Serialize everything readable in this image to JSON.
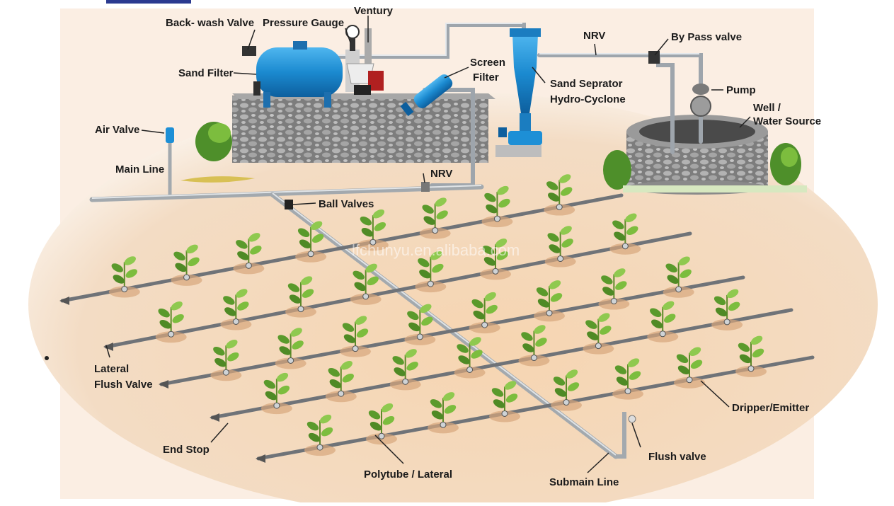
{
  "labels": {
    "backwash": "Back- wash Valve",
    "pressure": "Pressure Gauge",
    "venturi": "Ventury",
    "sand_filter": "Sand Filter",
    "screen_filter_1": "Screen",
    "screen_filter_2": "Filter",
    "separator_1": "Sand Seprator",
    "separator_2": "Hydro-Cyclone",
    "nrv_top": "NRV",
    "bypass": "By Pass valve",
    "pump": "Pump",
    "well_1": "Well /",
    "well_2": "Water Source",
    "air_valve": "Air Valve",
    "main_line": "Main Line",
    "nrv_main": "NRV",
    "ball_valves": "Ball Valves",
    "lateral_flush_1": "Lateral",
    "lateral_flush_2": "Flush Valve",
    "dripper": "Dripper/Emitter",
    "end_stop": "End Stop",
    "flush_valve": "Flush valve",
    "polytube": "Polytube / Lateral",
    "submain": "Submain Line"
  },
  "watermark": "lfchunyu.en.alibaba.com",
  "colors": {
    "soil": "#f1d2b2",
    "pipe": "#9aa1a8",
    "tank": "#1d8fd6",
    "plant": "#5a9a2c",
    "stone": "#8c8c8c"
  }
}
